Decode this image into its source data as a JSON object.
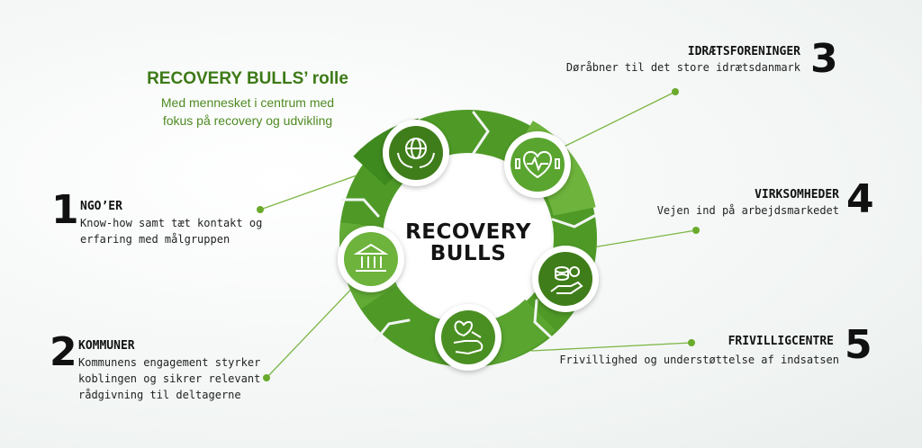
{
  "header": {
    "title": "RECOVERY BULLS’ rolle",
    "subtitle_line1": "Med mennesket i centrum med",
    "subtitle_line2": "fokus på recovery og udvikling"
  },
  "center": {
    "line1": "RECOVERY",
    "line2": "BULLS"
  },
  "partners": [
    {
      "number": "1",
      "title": "NGO’ER",
      "desc1": "Know-how samt tæt kontakt og",
      "desc2": "erfaring med målgruppen"
    },
    {
      "number": "2",
      "title": "KOMMUNER",
      "desc1": "Kommunens engagement styrker",
      "desc2": "koblingen og sikrer relevant",
      "desc3": "rådgivning til deltagerne"
    },
    {
      "number": "3",
      "title": "IDRÆTSFORENINGER",
      "desc1": "Døråbner til det store idrætsdanmark"
    },
    {
      "number": "4",
      "title": "VIRKSOMHEDER",
      "desc1": "Vejen ind på arbejdsmarkedet"
    },
    {
      "number": "5",
      "title": "FRIVILLIGCENTRE",
      "desc1": "Frivillighed og understøttelse af indsatsen"
    }
  ],
  "icons": [
    "globe-hands-icon",
    "heart-dumbbell-icon",
    "coins-hand-icon",
    "heart-hand-icon",
    "bank-icon"
  ],
  "colors": {
    "ring_dark": "#3e8a1f",
    "ring_light": "#6db33c",
    "accent": "#4e8a21",
    "icon_bg": "#3f7d1a",
    "dot": "#6aaa2c"
  }
}
